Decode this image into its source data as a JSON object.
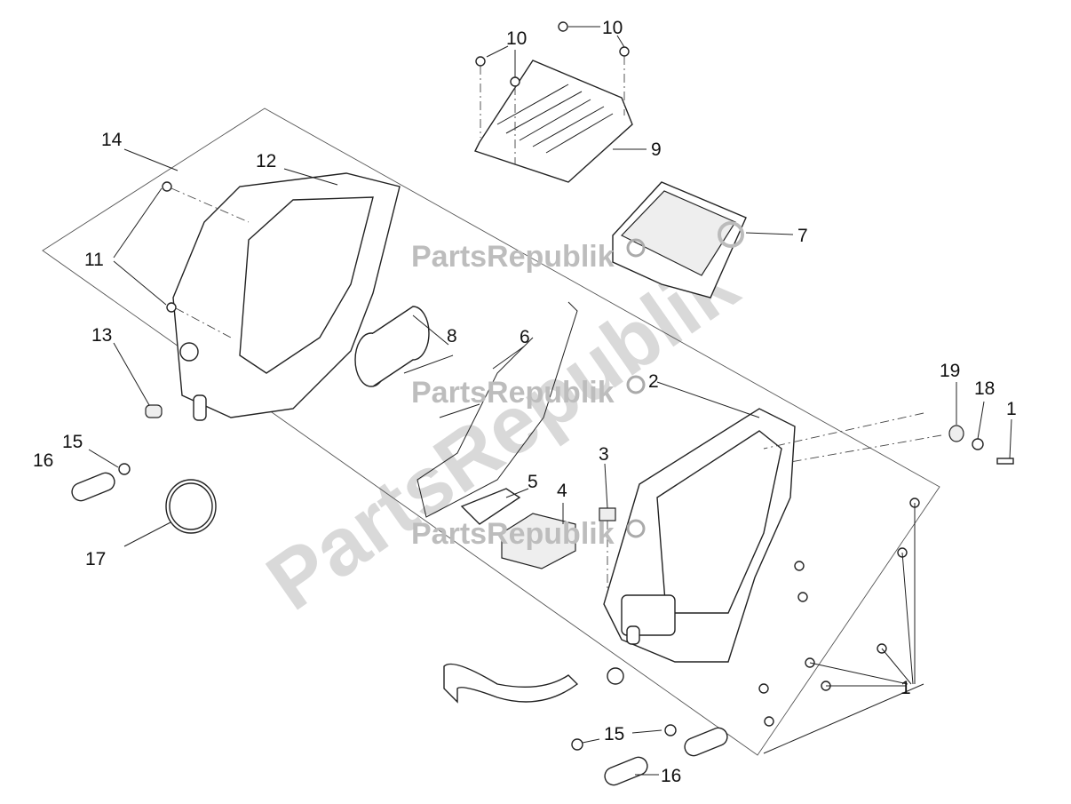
{
  "watermark": {
    "text": "PartsRepublik"
  },
  "callouts": [
    {
      "id": "c10a",
      "label": "10"
    },
    {
      "id": "c10b",
      "label": "10"
    },
    {
      "id": "c9",
      "label": "9"
    },
    {
      "id": "c14",
      "label": "14"
    },
    {
      "id": "c12",
      "label": "12"
    },
    {
      "id": "c7",
      "label": "7"
    },
    {
      "id": "c11",
      "label": "11"
    },
    {
      "id": "c8",
      "label": "8"
    },
    {
      "id": "c6",
      "label": "6"
    },
    {
      "id": "c13",
      "label": "13"
    },
    {
      "id": "c2",
      "label": "2"
    },
    {
      "id": "c19",
      "label": "19"
    },
    {
      "id": "c18",
      "label": "18"
    },
    {
      "id": "c1a",
      "label": "1"
    },
    {
      "id": "c15a",
      "label": "15"
    },
    {
      "id": "c16a",
      "label": "16"
    },
    {
      "id": "c3",
      "label": "3"
    },
    {
      "id": "c4",
      "label": "4"
    },
    {
      "id": "c5",
      "label": "5"
    },
    {
      "id": "c17",
      "label": "17"
    },
    {
      "id": "c1b",
      "label": "1"
    },
    {
      "id": "c15b",
      "label": "15"
    },
    {
      "id": "c16b",
      "label": "16"
    }
  ]
}
